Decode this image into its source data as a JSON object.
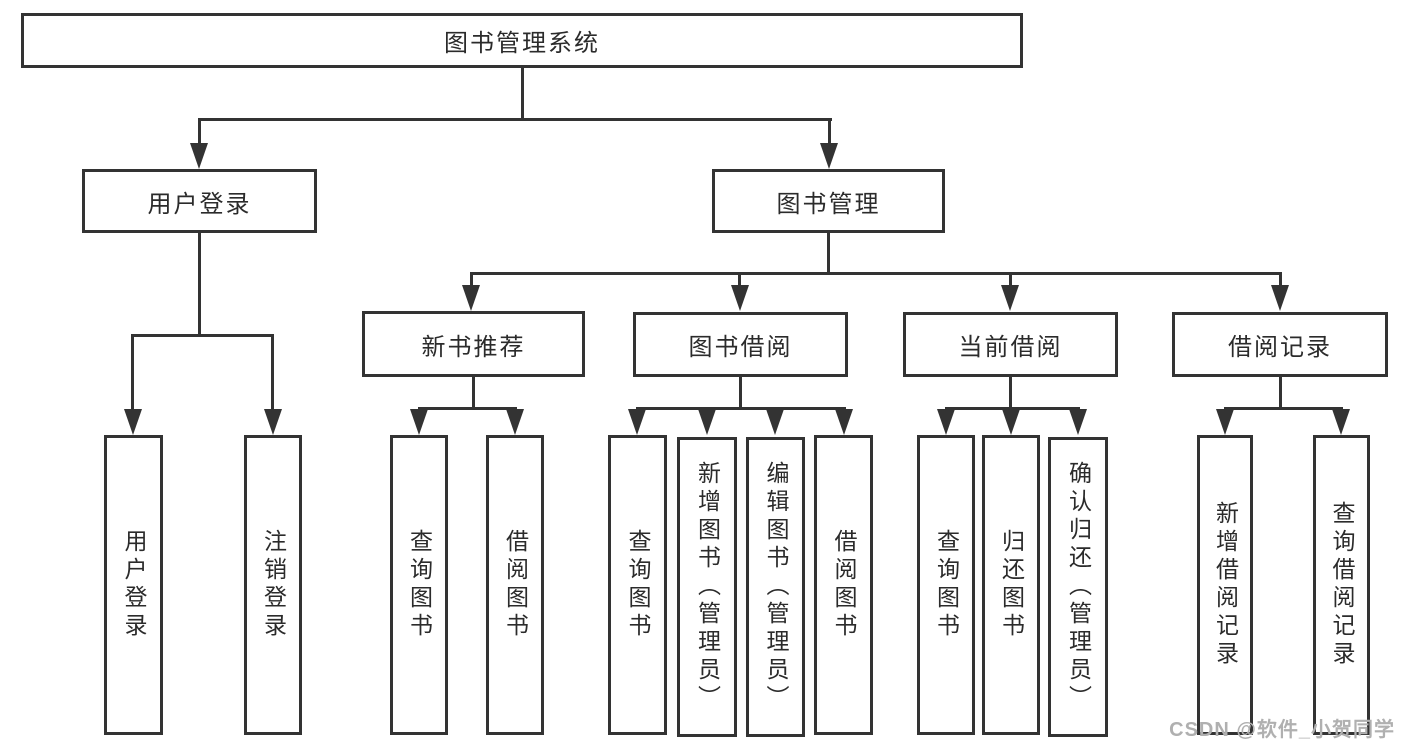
{
  "colors": {
    "line": "#333333",
    "box_border": "#333333",
    "box_fill": "#ffffff",
    "text": "#2b2b2b",
    "watermark": "#b0b0b0",
    "background": "#ffffff"
  },
  "watermark": {
    "text": "CSDN @软件_小贺同学"
  },
  "tree": {
    "label": "图书管理系统",
    "children": [
      {
        "label": "用户登录",
        "children": [
          {
            "label": "用户登录"
          },
          {
            "label": "注销登录"
          }
        ]
      },
      {
        "label": "图书管理",
        "children": [
          {
            "label": "新书推荐",
            "children": [
              {
                "label": "查询图书"
              },
              {
                "label": "借阅图书"
              }
            ]
          },
          {
            "label": "图书借阅",
            "children": [
              {
                "label": "查询图书"
              },
              {
                "label": "新增图书（管理员）"
              },
              {
                "label": "编辑图书（管理员）"
              },
              {
                "label": "借阅图书"
              }
            ]
          },
          {
            "label": "当前借阅",
            "children": [
              {
                "label": "查询图书"
              },
              {
                "label": "归还图书"
              },
              {
                "label": "确认归还（管理员）"
              }
            ]
          },
          {
            "label": "借阅记录",
            "children": [
              {
                "label": "新增借阅记录"
              },
              {
                "label": "查询借阅记录"
              }
            ]
          }
        ]
      }
    ]
  }
}
